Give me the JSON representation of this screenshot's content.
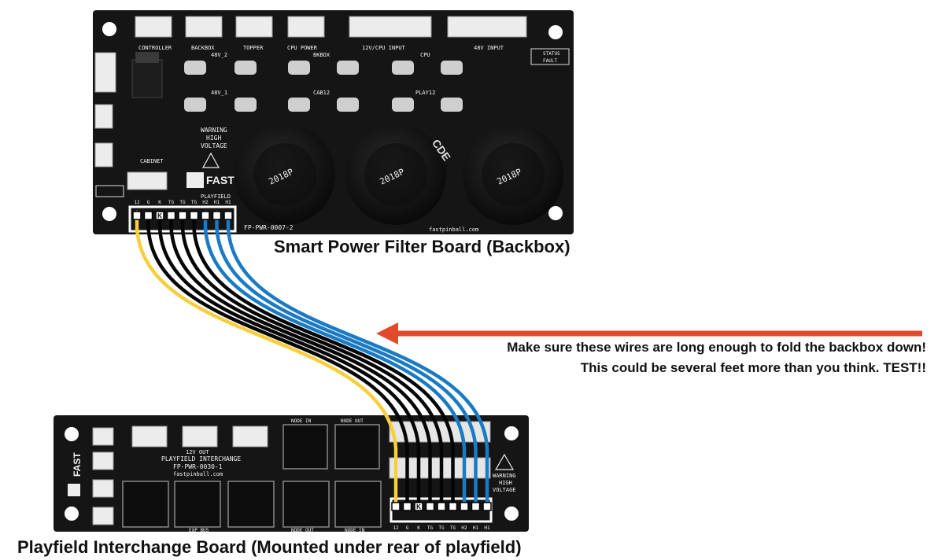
{
  "captions": {
    "top_board": "Smart Power Filter Board (Backbox)",
    "bottom_board": "Playfield Interchange Board (Mounted under rear of playfield)"
  },
  "note": {
    "line1": "Make sure these wires are long enough to fold the backbox down!",
    "line2": "This could be several feet more than you think. TEST!!"
  },
  "colors": {
    "pcb": "#151515",
    "yellow_wire": "#f7cf3c",
    "black_wire": "#050505",
    "blue_wire": "#1a7ac4",
    "arrow": "#e24a2b"
  },
  "top_board": {
    "connector_labels": [
      "CONTROLLER",
      "BACKBOX",
      "TOPPER",
      "CPU POWER",
      "12V/CPU INPUT",
      "48V INPUT"
    ],
    "header_pins": [
      "12",
      "G",
      "K",
      "TG",
      "TG",
      "TG",
      "H2",
      "H1",
      "H1"
    ],
    "playfield_label": "PLAYFIELD",
    "cabinet_label": "CABINET",
    "warning_line1": "WARNING",
    "warning_line2": "HIGH",
    "warning_line3": "VOLTAGE",
    "part_number": "FP-PWR-0007-2",
    "website": "fastpinball.com",
    "status_label": "STATUS",
    "fault_label": "FAULT",
    "fuse_labels": [
      "48V_2",
      "BKBOX",
      "CPU",
      "48V_1",
      "CAB12",
      "PLAY12"
    ],
    "capacitor_marking": "2018P",
    "capacitor_brand": "CDE",
    "brand": "FAST"
  },
  "bottom_board": {
    "title": "PLAYFIELD INTERCHANGE",
    "part_number": "FP-PWR-0030-1",
    "website": "fastpinball.com",
    "node_in": "NODE IN",
    "node_out": "NODE OUT",
    "exp_bus": "EXP BUS",
    "out_12v": "12V OUT",
    "warning_line1": "WARNING",
    "warning_line2": "HIGH",
    "warning_line3": "VOLTAGE",
    "header_pins": [
      "12",
      "G",
      "K",
      "TG",
      "TG",
      "TG",
      "H2",
      "H1",
      "H1"
    ],
    "brand": "FAST"
  }
}
